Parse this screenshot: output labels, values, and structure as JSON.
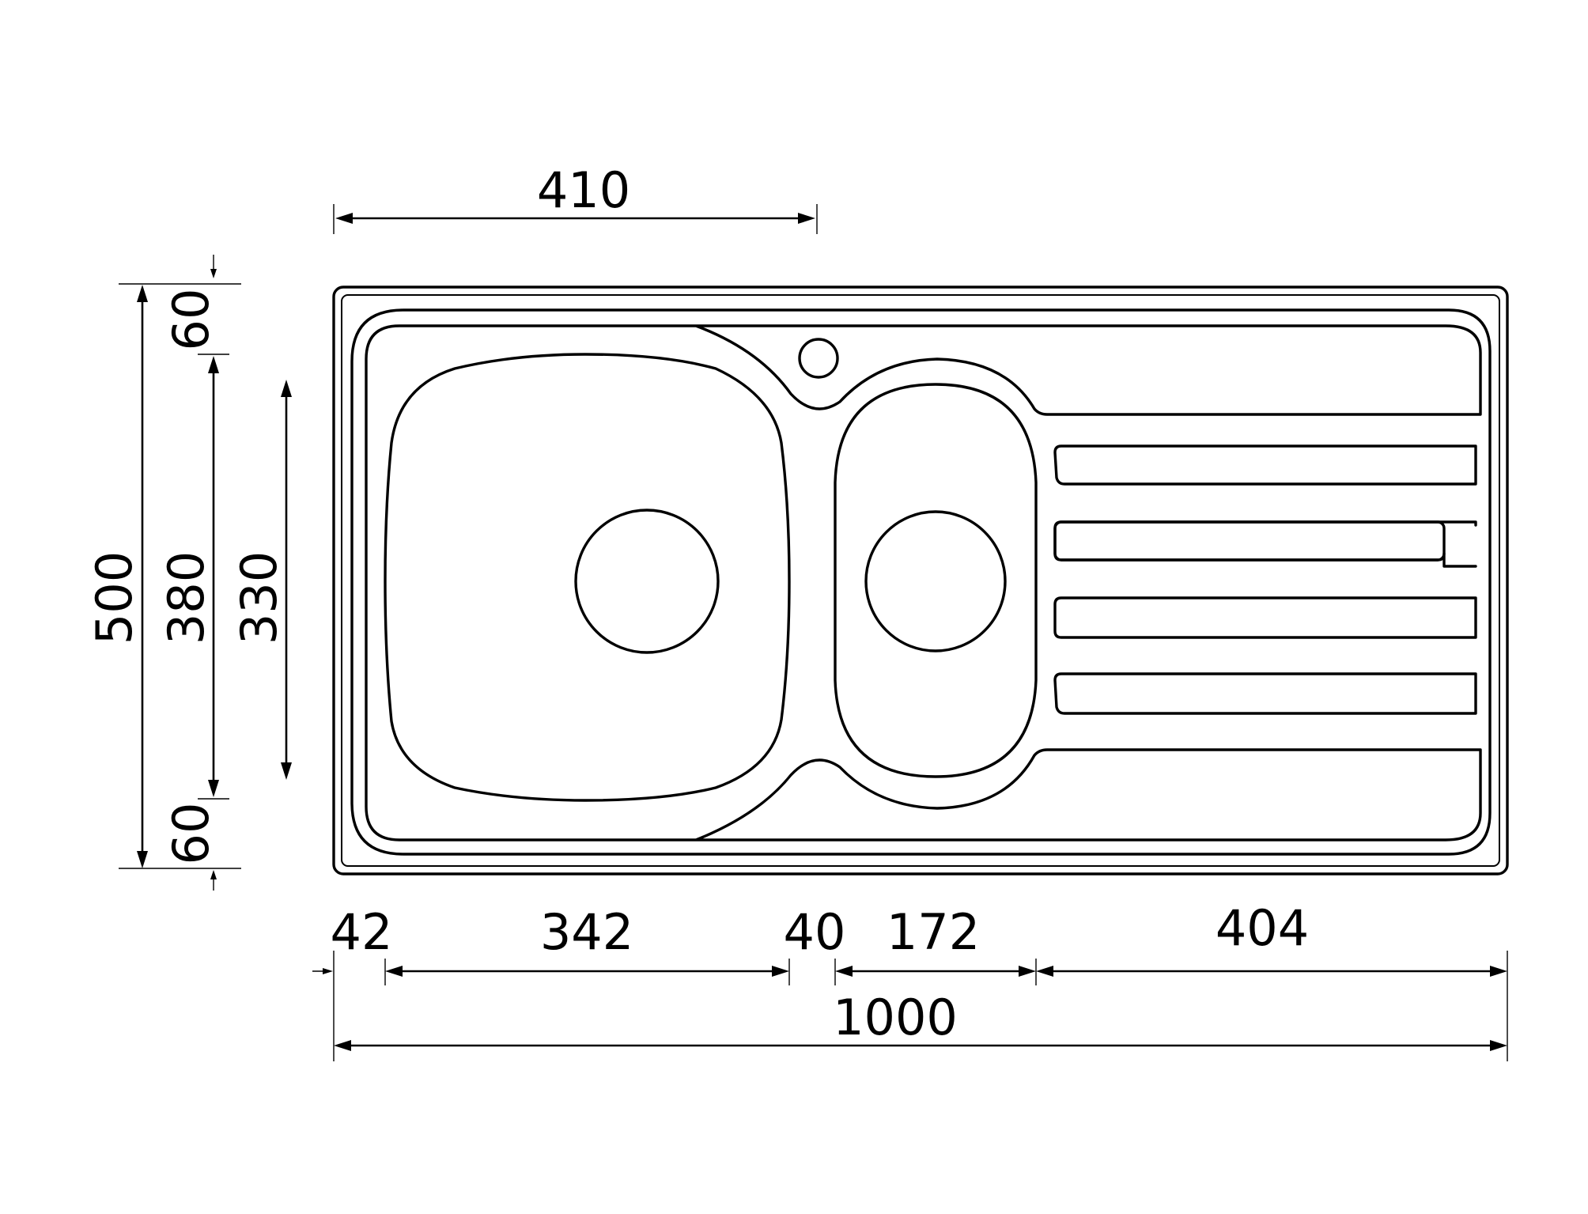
{
  "dimensions": {
    "top": "410",
    "height_total": "500",
    "height_inner": "380",
    "height_bowl": "330",
    "margin_top": "60",
    "margin_bottom": "60",
    "left_margin": "42",
    "main_bowl": "342",
    "divider": "40",
    "small_bowl": "172",
    "drainer": "404",
    "width_total": "1000"
  },
  "colors": {
    "line": "#000000",
    "background": "#ffffff"
  }
}
